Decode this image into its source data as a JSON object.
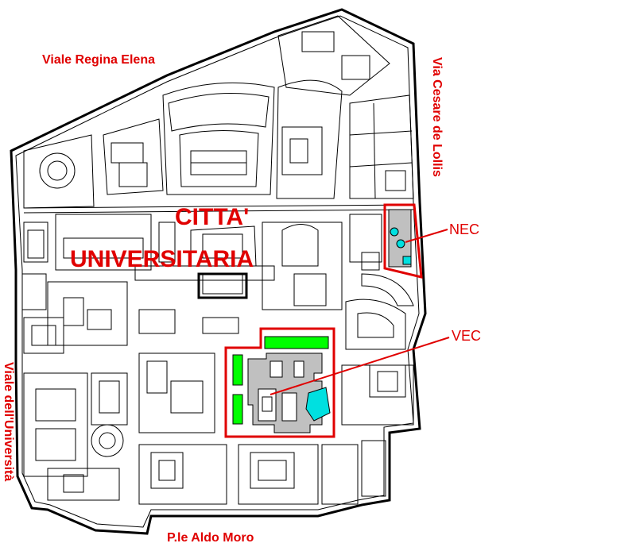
{
  "map": {
    "area_label_line1": "CITTA'",
    "area_label_line2": "UNIVERSITARIA",
    "streets": {
      "north": "Viale Regina Elena",
      "east": "Via Cesare de Lollis",
      "west": "Viale dell'Università",
      "south": "P.le Aldo Moro"
    },
    "callouts": {
      "nec": "NEC",
      "vec": "VEC"
    },
    "colors": {
      "label": "#e00000",
      "highlight_outline": "#e00000",
      "building_fill": "#c0c0c0",
      "green_block": "#00ff00",
      "cyan_marker": "#00e0e0",
      "lines": "#000000"
    }
  }
}
